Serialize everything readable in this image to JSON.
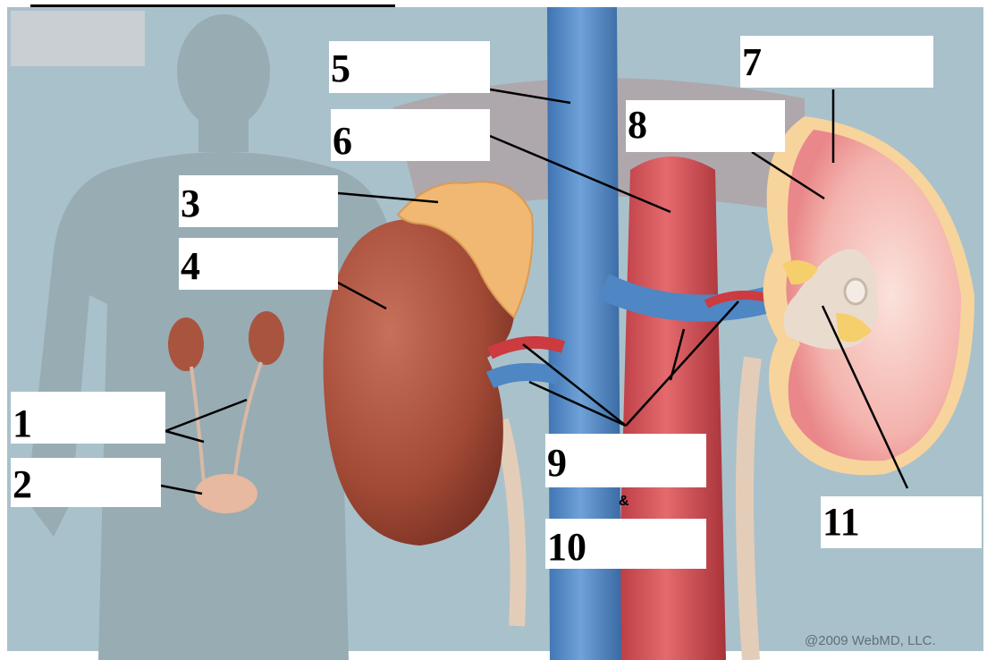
{
  "labels": {
    "l1": "1",
    "l2": "2",
    "l3": "3",
    "l4": "4",
    "l5": "5",
    "l6": "6",
    "l7": "7",
    "l8": "8",
    "l9": "9",
    "l10": "10",
    "l11": "11",
    "amp": "&"
  },
  "credit": "@2009 WebMD, LLC.",
  "colors": {
    "background": "#a9c1cb",
    "silhouette": "#98acb4",
    "kidney": "#9c4634",
    "vena_cava": "#5b8fc8",
    "aorta": "#d45459",
    "adrenal": "#f0b872",
    "medulla": "#e88b8f"
  }
}
